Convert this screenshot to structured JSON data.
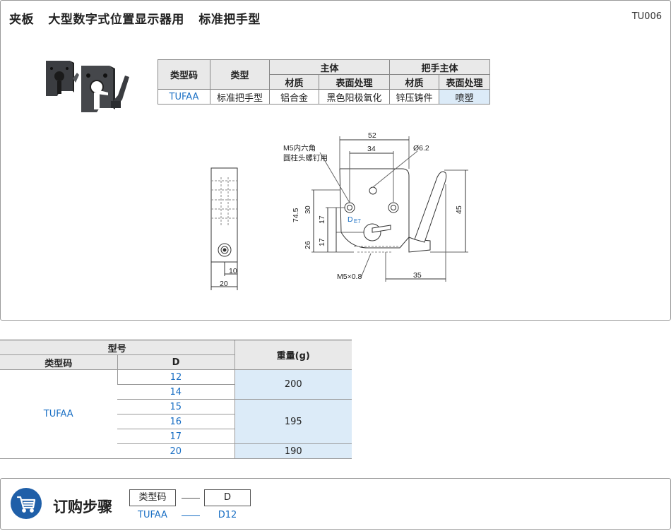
{
  "header": {
    "title_parts": [
      "夹板",
      "大型数字式位置显示器用",
      "标准把手型"
    ],
    "code": "TU006"
  },
  "spec_table": {
    "col_code": "类型码",
    "col_type": "类型",
    "group_body": "主体",
    "group_handle": "把手主体",
    "material": "材质",
    "surface": "表面处理",
    "row": {
      "code": "TUFAA",
      "type": "标准把手型",
      "body_material": "铝合金",
      "body_surface": "黑色阳极氧化",
      "handle_material": "锌压铸件",
      "handle_surface": "喷塑"
    }
  },
  "drawing": {
    "dim_width_52": "52",
    "dim_34": "34",
    "dim_hole": "Ø6.2",
    "screw_note_1": "M5内六角",
    "screw_note_2": "圆柱头螺钉用",
    "dim_745": "74.5",
    "dim_30": "30",
    "dim_17a": "17",
    "dim_17b": "17",
    "dim_26": "26",
    "dim_45": "45",
    "dim_35": "35",
    "d_label": "D",
    "d_tol": "E7",
    "thread_note": "M5×0.8",
    "side_dim_10": "10",
    "side_dim_20": "20"
  },
  "size_table": {
    "model_header": "型号",
    "code_header": "类型码",
    "d_header": "D",
    "weight_header": "重量(g)",
    "code": "TUFAA",
    "d_values": [
      "12",
      "14",
      "15",
      "16",
      "17",
      "20"
    ],
    "weights": [
      "200",
      "195",
      "190"
    ]
  },
  "order": {
    "title": "订购步骤",
    "box_code": "类型码",
    "box_d": "D",
    "example_code": "TUFAA",
    "example_d": "D12"
  }
}
